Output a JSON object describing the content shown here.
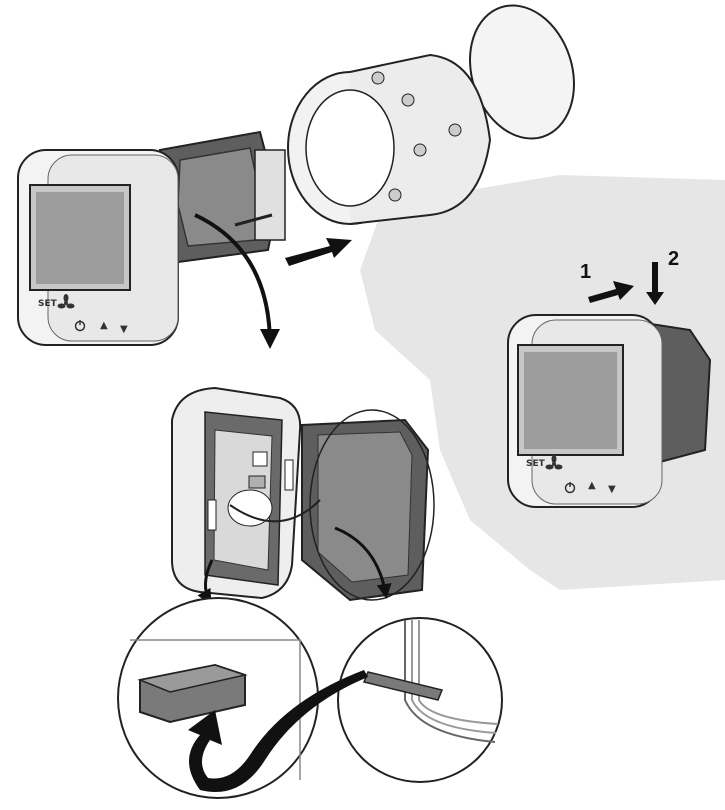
{
  "thermostat_front": {
    "buttons": {
      "set": "SET",
      "up": "▲",
      "down": "▼"
    }
  },
  "thermostat_mounted": {
    "buttons": {
      "set": "SET",
      "up": "▲",
      "down": "▼"
    }
  },
  "steps": {
    "step1": "1",
    "step2": "2"
  },
  "icons": [
    "wall-plate-icon",
    "back-box-icon",
    "fan-icon",
    "power-icon",
    "ribbon-connector-icon"
  ],
  "colors": {
    "wall": "#e6e6e6",
    "frame": "#6e6e6e",
    "screen": "#9c9c9c",
    "outline": "#222222"
  }
}
